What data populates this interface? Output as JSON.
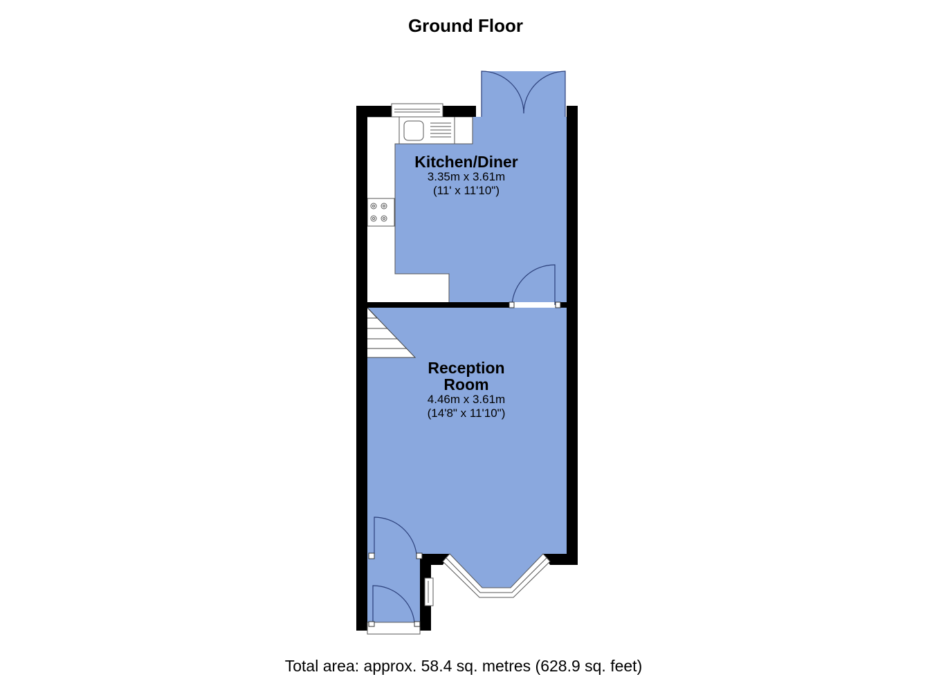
{
  "title": "Ground Floor",
  "rooms": [
    {
      "name": "Kitchen/Diner",
      "metric": "3.35m x 3.61m",
      "imperial": "(11' x 11'10\")"
    },
    {
      "name_line1": "Reception",
      "name_line2": "Room",
      "metric": "4.46m x 3.61m",
      "imperial": "(14'8\" x 11'10\")"
    }
  ],
  "footer": "Total area: approx. 58.4 sq. metres (628.9 sq. feet)",
  "colors": {
    "floor": "#8aa8de",
    "wall": "#000000",
    "line": "#2b3f7a"
  }
}
